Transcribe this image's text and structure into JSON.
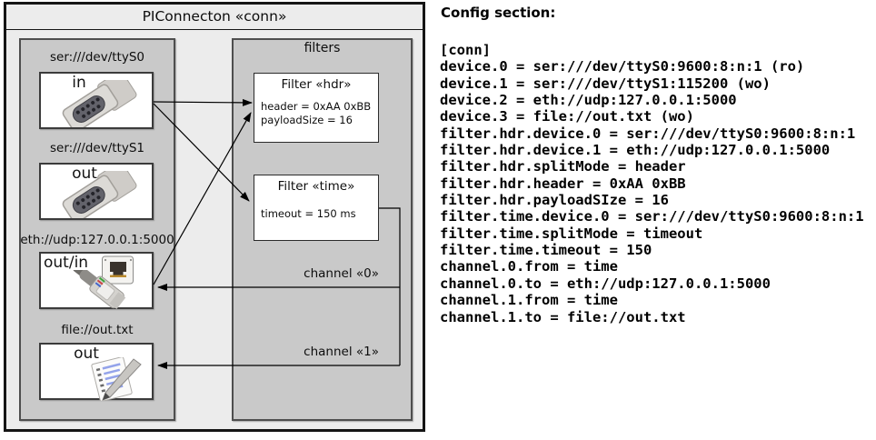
{
  "title": "PIConnecton «conn»",
  "devices_group": {
    "devices": [
      {
        "uri": "ser:///dev/ttyS0",
        "direction": "in",
        "icon": "serial-connector-icon"
      },
      {
        "uri": "ser:///dev/ttyS1",
        "direction": "out",
        "icon": "serial-connector-icon"
      },
      {
        "uri": "eth://udp:127.0.0.1:5000",
        "direction": "out/in",
        "icon": "ethernet-connector-icon"
      },
      {
        "uri": "file://out.txt",
        "direction": "out",
        "icon": "notepad-icon"
      }
    ]
  },
  "filters_group": {
    "title": "filters",
    "filters": [
      {
        "title": "Filter «hdr»",
        "properties": [
          "header = 0xAA 0xBB",
          "payloadSize = 16"
        ]
      },
      {
        "title": "Filter «time»",
        "properties": [
          "timeout = 150 ms"
        ]
      }
    ]
  },
  "channels": [
    {
      "label": "channel «0»"
    },
    {
      "label": "channel «1»"
    }
  ],
  "config": {
    "heading": "Config section:",
    "lines": [
      "[conn]",
      "device.0 = ser:///dev/ttyS0:9600:8:n:1 (ro)",
      "device.1 = ser:///dev/ttyS1:115200 (wo)",
      "device.2 = eth://udp:127.0.0.1:5000",
      "device.3 = file://out.txt (wo)",
      "filter.hdr.device.0 = ser:///dev/ttyS0:9600:8:n:1",
      "filter.hdr.device.1 = eth://udp:127.0.0.1:5000",
      "filter.hdr.splitMode = header",
      "filter.hdr.header = 0xAA 0xBB",
      "filter.hdr.payloadSIze = 16",
      "filter.time.device.0 = ser:///dev/ttyS0:9600:8:n:1",
      "filter.time.splitMode = timeout",
      "filter.time.timeout = 150",
      "channel.0.from = time",
      "channel.0.to = eth://udp:127.0.0.1:5000",
      "channel.1.from = time",
      "channel.1.to = file://out.txt"
    ]
  },
  "colors": {
    "outer_fill": "#ececec",
    "group_fill": "#c9c9c9",
    "box_fill": "#ffffff",
    "line": "#000000"
  }
}
